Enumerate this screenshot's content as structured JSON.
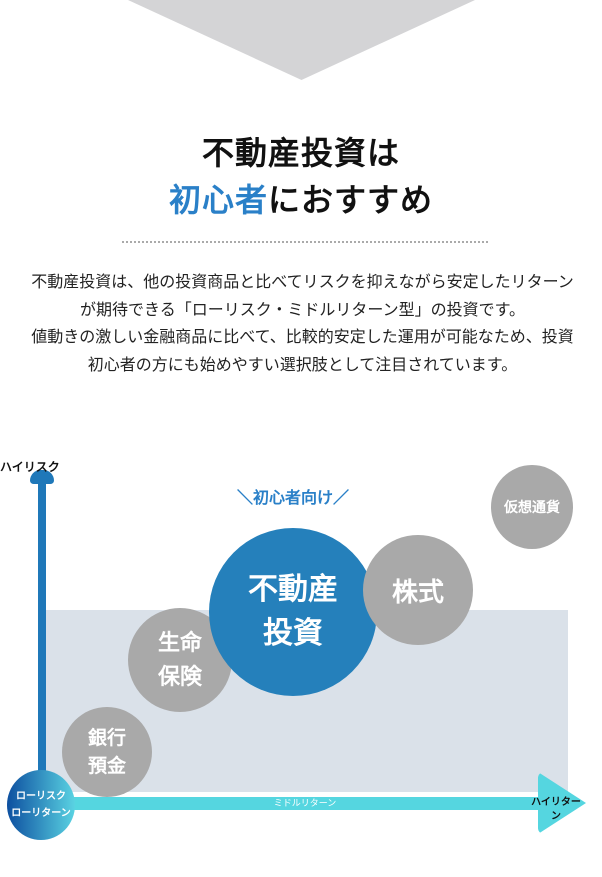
{
  "heading": {
    "line1": "不動産投資は",
    "line2_accent": "初心者",
    "line2_rest": "におすすめ"
  },
  "paragraphs": [
    "不動産投資は、他の投資商品と比べてリスクを抑えながら安定したリターンが期待できる「ローリスク・ミドルリターン型」の投資です。",
    "値動きの激しい金融商品に比べて、比較的安定した運用が可能なため、投資初心者の方にも始めやすい選択肢として注目されています。"
  ],
  "diagram": {
    "axis_high_risk": "ハイリスク",
    "origin_label": "ローリスク ローリターン",
    "middle_return": "ミドルリターン",
    "high_return": "ハイリターン",
    "beginner_label": "＼初心者向け／",
    "items": {
      "bank": "銀行預金",
      "life": "生命保険",
      "real_estate": "不動産投資",
      "stock": "株式",
      "crypto": "仮想通貨"
    },
    "colors": {
      "highlight": "#2580bb",
      "others": "#a9a9a9",
      "axis": "#1f78b9",
      "return_axis": "#55d6e0"
    }
  }
}
